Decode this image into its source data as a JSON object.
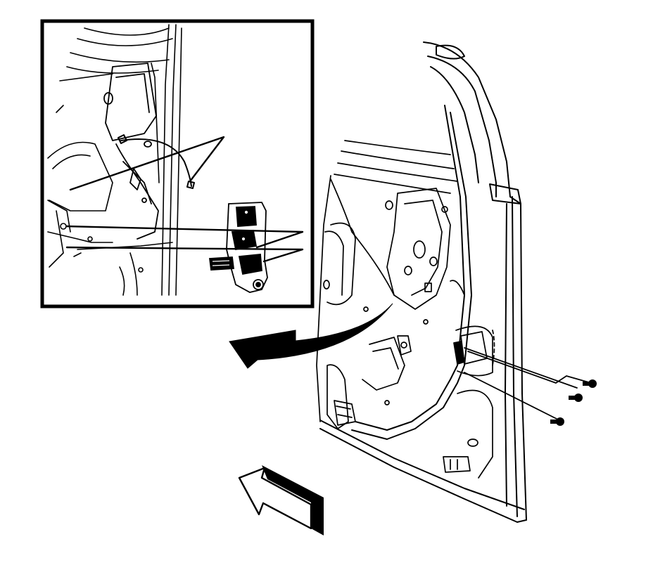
{
  "figure": {
    "labels": [],
    "colors": {
      "stroke": "#000000",
      "background": "#ffffff",
      "fill": "#000000"
    },
    "components": [
      "detail-inset",
      "door-latch-assembly",
      "lock-rod",
      "callout-arrow",
      "door-inner-panel",
      "door-frame",
      "latch-bolts",
      "view-direction-arrow"
    ]
  }
}
